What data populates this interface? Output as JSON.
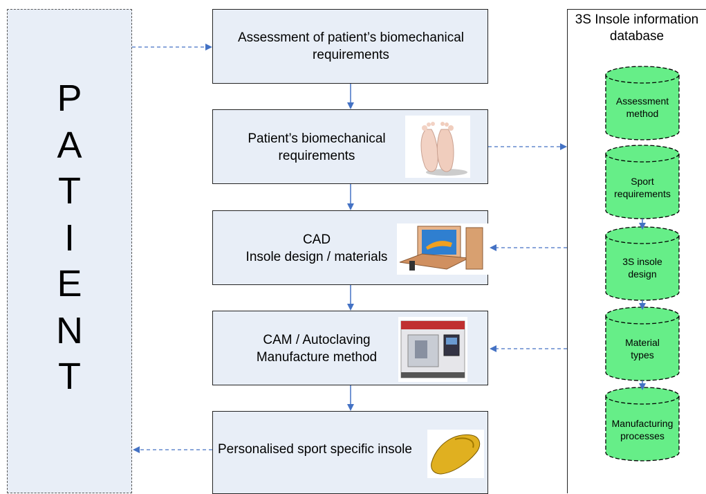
{
  "patient": {
    "letters": [
      "P",
      "A",
      "T",
      "I",
      "E",
      "N",
      "T"
    ]
  },
  "process": {
    "assessment": [
      "Assessment of patient’s biomechanical",
      "requirements"
    ],
    "requirements": [
      "Patient’s biomechanical",
      "requirements"
    ],
    "cad": [
      "CAD",
      "Insole design / materials"
    ],
    "cam": [
      "CAM / Autoclaving",
      "Manufacture method"
    ],
    "output": "Personalised sport specific insole"
  },
  "database": {
    "title": [
      "3S Insole information",
      "database"
    ],
    "items": [
      [
        "Assessment",
        "method"
      ],
      [
        "Sport",
        "requirements"
      ],
      [
        "3S insole",
        "design"
      ],
      [
        "Material",
        "types"
      ],
      [
        "Manufacturing",
        "processes"
      ]
    ]
  },
  "colors": {
    "panel_fill": "#e8eef7",
    "cylinder_fill": "#66ee88",
    "arrow_blue": "#4472c4"
  }
}
